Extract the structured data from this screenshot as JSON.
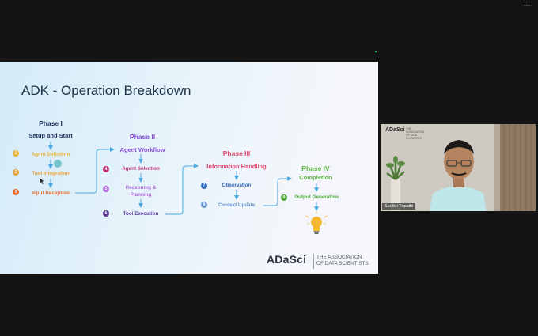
{
  "slide": {
    "title": "ADK - Operation Breakdown",
    "phases": [
      {
        "label": "Phase I",
        "subtitle": "Setup and Start",
        "color": "#1d2f5e"
      },
      {
        "label": "Phase II",
        "subtitle": "Agent Workflow",
        "color": "#8a4fd6"
      },
      {
        "label": "Phase III",
        "subtitle": "Information Handling",
        "color": "#e0466e"
      },
      {
        "label": "Phase IV",
        "subtitle": "Completion",
        "color": "#62b846"
      }
    ],
    "steps": [
      {
        "num": "1",
        "label": "Agent Definition",
        "color": "#e8b43a"
      },
      {
        "num": "2",
        "label": "Tool Integration",
        "color": "#e8a23a"
      },
      {
        "num": "3",
        "label": "Input Reception",
        "color": "#e36a2a"
      },
      {
        "num": "4",
        "label": "Agent Selection",
        "color": "#c2337a"
      },
      {
        "num": "5",
        "label": "Reasoning &\nPlanning",
        "color": "#b069d8"
      },
      {
        "num": "6",
        "label": "Tool Execution",
        "color": "#5b3b9c"
      },
      {
        "num": "7",
        "label": "Observation",
        "color": "#2e67b8"
      },
      {
        "num": "8",
        "label": "Context Update",
        "color": "#6a94d0"
      },
      {
        "num": "9",
        "label": "Output Generation",
        "color": "#4fa73a"
      }
    ],
    "footer": {
      "logo": "ADaSci",
      "tagline_1": "THE ASSOCIATION",
      "tagline_2": "OF DATA SCIENTISTS"
    }
  },
  "video": {
    "logo": "ADaSci",
    "tagline": "THE ASSOCIATION OF DATA SCIENTISTS",
    "participant_name": "Sachin Tripathi"
  },
  "colors": {
    "arrow": "#4aa8e0",
    "bulb": "#f5b82e"
  },
  "icons": [
    "lightbulb-icon",
    "mouse-cursor-icon",
    "menu-dots-icon"
  ]
}
